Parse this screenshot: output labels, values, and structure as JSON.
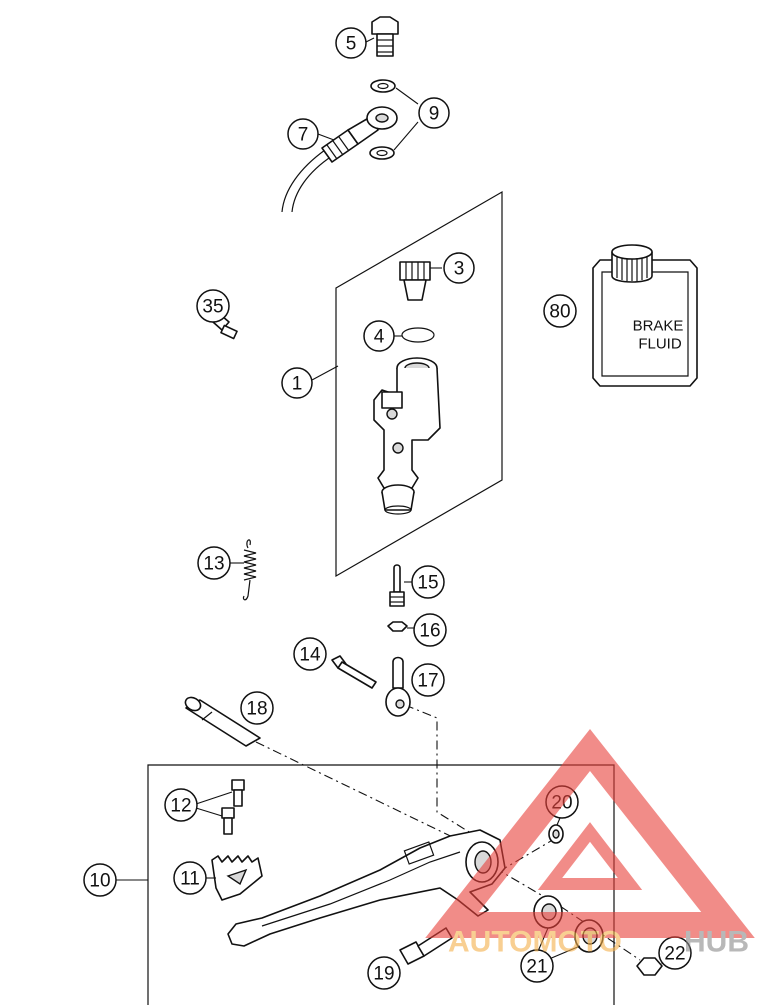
{
  "callouts": [
    {
      "id": "1",
      "label": "1"
    },
    {
      "id": "3",
      "label": "3"
    },
    {
      "id": "4",
      "label": "4"
    },
    {
      "id": "5",
      "label": "5"
    },
    {
      "id": "7",
      "label": "7"
    },
    {
      "id": "9",
      "label": "9"
    },
    {
      "id": "10",
      "label": "10"
    },
    {
      "id": "11",
      "label": "11"
    },
    {
      "id": "12",
      "label": "12"
    },
    {
      "id": "13",
      "label": "13"
    },
    {
      "id": "14",
      "label": "14"
    },
    {
      "id": "15",
      "label": "15"
    },
    {
      "id": "16",
      "label": "16"
    },
    {
      "id": "17",
      "label": "17"
    },
    {
      "id": "18",
      "label": "18"
    },
    {
      "id": "19",
      "label": "19"
    },
    {
      "id": "20",
      "label": "20"
    },
    {
      "id": "21",
      "label": "21"
    },
    {
      "id": "22",
      "label": "22"
    },
    {
      "id": "35",
      "label": "35"
    },
    {
      "id": "80",
      "label": "80"
    }
  ],
  "bottle": {
    "line1": "BRAKE",
    "line2": "FLUID"
  },
  "watermark": {
    "text_orange": "AUTOMOTO",
    "text_grey": "HUB",
    "color_red": "#e8403a",
    "color_orange": "#f4b04a",
    "color_grey": "#8a8a8a"
  }
}
